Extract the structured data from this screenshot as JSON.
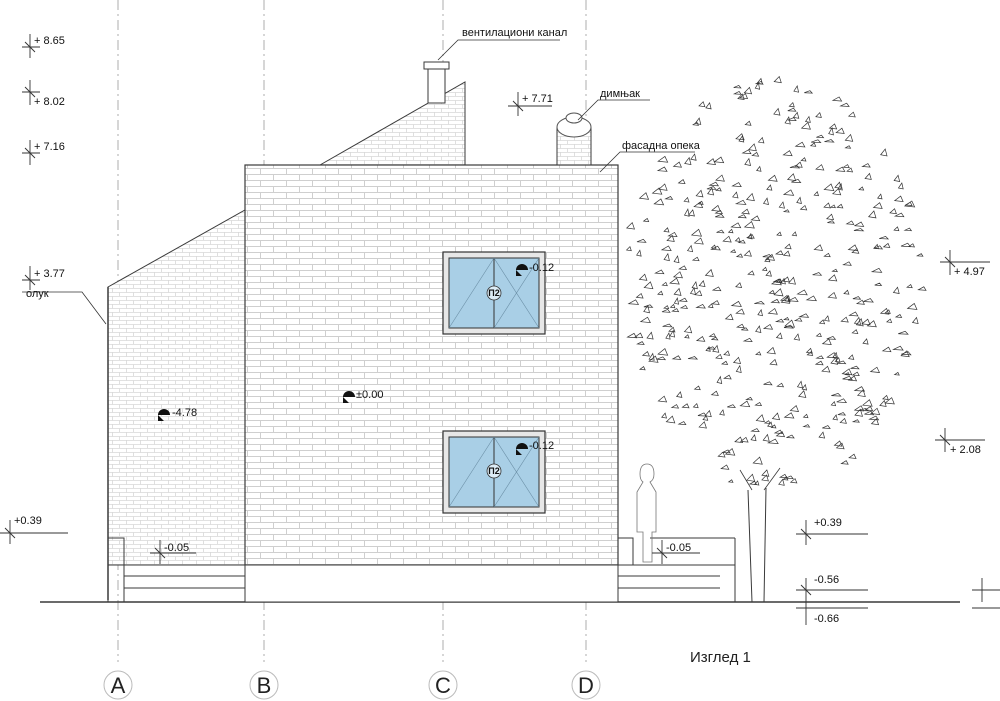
{
  "title": "Изглед 1",
  "axes": [
    "A",
    "B",
    "C",
    "D"
  ],
  "annotations": {
    "vent_channel": "вентилациони канал",
    "chimney": "димњак",
    "facade_brick": "фасадна опека",
    "gutter": "олук",
    "window_mark": "П2"
  },
  "levels_left": [
    "+ 8.65",
    "+ 8.02",
    "+ 7.16",
    "+ 3.77",
    "+0.39"
  ],
  "levels_mid": [
    "+ 7.71",
    "-0.05",
    "-0.05"
  ],
  "levels_right": [
    "+ 4.97",
    "+ 2.08",
    "+0.39",
    "-0.56",
    "-0.66"
  ],
  "wall_levels": [
    "-4.78",
    "±0.00",
    "-0.12",
    "-0.12"
  ],
  "colors": {
    "line": "#3a3a3a",
    "brick": "#c9c9c9",
    "glass": "#a9cfe6",
    "axis_line": "#9a9a9a"
  }
}
